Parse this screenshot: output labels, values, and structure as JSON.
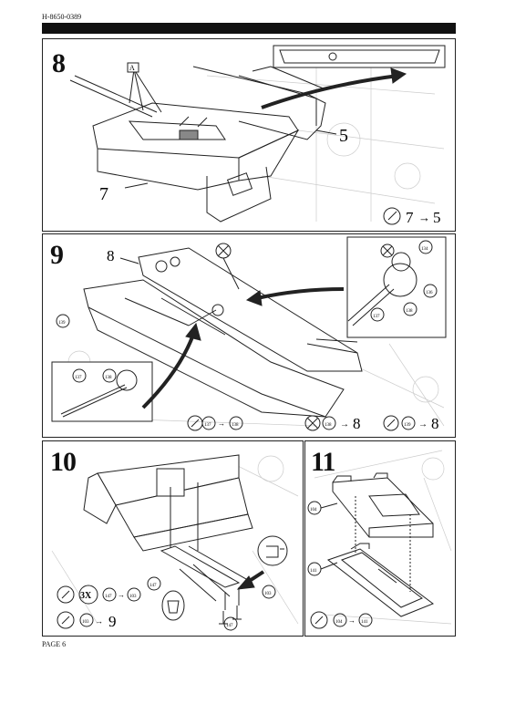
{
  "header": {
    "code": "H-8650-0389"
  },
  "steps": {
    "s8": {
      "number": "8",
      "part_a": "7",
      "part_b": "5",
      "callout_letter": "A",
      "note_from": "7",
      "note_to": "5"
    },
    "s9": {
      "number": "9",
      "label_8": "8",
      "parts": [
        "134",
        "136",
        "137",
        "138",
        "139"
      ],
      "notes": [
        {
          "from": "137",
          "to": "138"
        },
        {
          "from": "138",
          "to": "8"
        },
        {
          "from": "139",
          "to": "8"
        }
      ]
    },
    "s10": {
      "number": "10",
      "multiplier": "3X",
      "parts": [
        "147",
        "103"
      ],
      "notes": [
        {
          "from": "147",
          "to": "103"
        },
        {
          "from": "103",
          "to": "9"
        }
      ]
    },
    "s11": {
      "number": "11",
      "parts": [
        "104",
        "141"
      ],
      "note_from": "104",
      "note_to": "141"
    }
  },
  "footer": {
    "page_label": "PAGE 6"
  }
}
